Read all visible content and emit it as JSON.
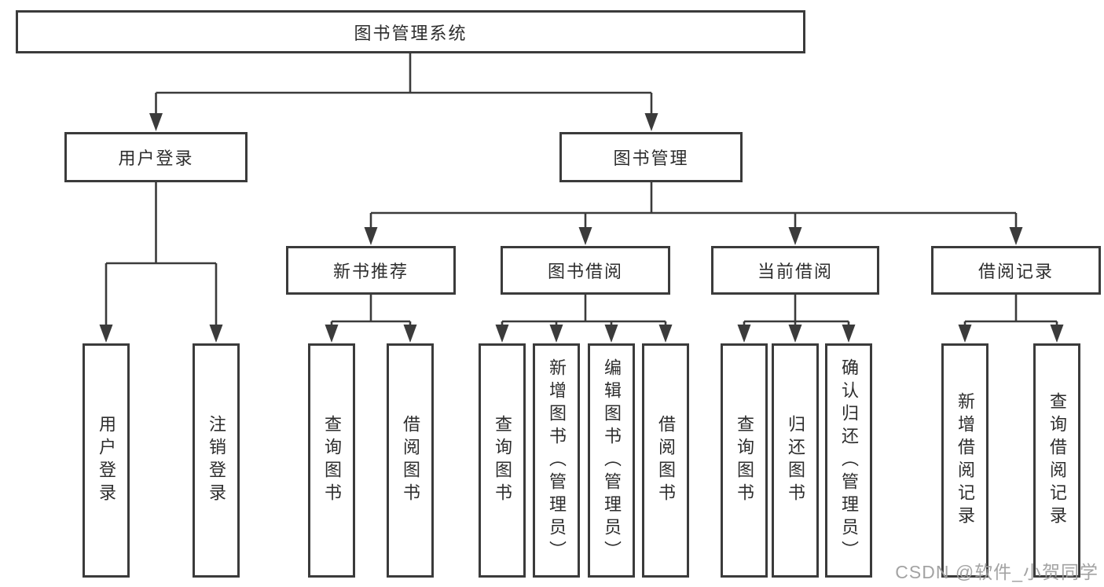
{
  "diagram": {
    "root": {
      "label": "图书管理系统"
    },
    "level2": [
      {
        "id": "user-login",
        "label": "用户登录"
      },
      {
        "id": "book-management",
        "label": "图书管理"
      }
    ],
    "level3": [
      {
        "id": "new-book-recommend",
        "label": "新书推荐"
      },
      {
        "id": "book-borrow",
        "label": "图书借阅"
      },
      {
        "id": "current-borrow",
        "label": "当前借阅"
      },
      {
        "id": "borrow-records",
        "label": "借阅记录"
      }
    ],
    "leaves": [
      {
        "id": "user-login-leaf",
        "label": "用户登录"
      },
      {
        "id": "logout",
        "label": "注销登录"
      },
      {
        "id": "nb-query-books",
        "label": "查询图书"
      },
      {
        "id": "nb-borrow-books",
        "label": "借阅图书"
      },
      {
        "id": "bb-query-books",
        "label": "查询图书"
      },
      {
        "id": "bb-add-books-admin",
        "label": "新增图书（管理员）"
      },
      {
        "id": "bb-edit-books-admin",
        "label": "编辑图书（管理员）"
      },
      {
        "id": "bb-borrow-books",
        "label": "借阅图书"
      },
      {
        "id": "cb-query-books",
        "label": "查询图书"
      },
      {
        "id": "cb-return-books",
        "label": "归还图书"
      },
      {
        "id": "cb-confirm-return-admin",
        "label": "确认归还（管理员）"
      },
      {
        "id": "br-add-record",
        "label": "新增借阅记录"
      },
      {
        "id": "br-query-record",
        "label": "查询借阅记录"
      }
    ]
  },
  "watermark": {
    "text": "CSDN @软件_小贺同学"
  },
  "colors": {
    "line": "#3b3b3b",
    "text": "#2d2d2d",
    "background": "#ffffff",
    "watermark": "#9e9e9e"
  }
}
